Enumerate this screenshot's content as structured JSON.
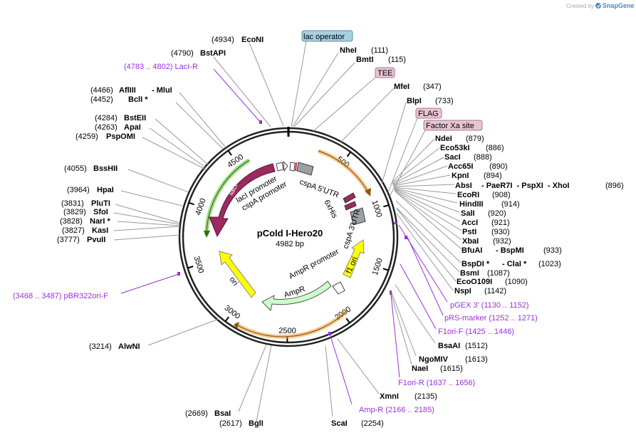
{
  "credit": {
    "prefix": "Created by",
    "brand": "SnapGene"
  },
  "plasmid": {
    "name": "pCold I-Hero20",
    "size_label": "4982 bp"
  },
  "ticks": [
    "500",
    "1000",
    "1500",
    "2000",
    "2500",
    "3000",
    "3500",
    "4000",
    "4500"
  ],
  "boxed_labels": {
    "lac_operator": "lac operator",
    "tee": "TEE",
    "flag": "FLAG",
    "factor_xa": "Factor Xa site"
  },
  "sites_left": [
    {
      "pos": "(4934)",
      "name": "EcoNI"
    },
    {
      "pos": "(4790)",
      "name": "BstAPI"
    },
    {
      "pos": "(4466)",
      "name": "AflIII",
      "extra": "- MluI"
    },
    {
      "pos": "(4452)",
      "name": "BclI *"
    },
    {
      "pos": "(4284)",
      "name": "BstEII"
    },
    {
      "pos": "(4263)",
      "name": "ApaI"
    },
    {
      "pos": "(4259)",
      "name": "PspOMI"
    },
    {
      "pos": "(4055)",
      "name": "BssHII"
    },
    {
      "pos": "(3964)",
      "name": "HpaI"
    },
    {
      "pos": "(3831)",
      "name": "PluTI"
    },
    {
      "pos": "(3829)",
      "name": "SfoI"
    },
    {
      "pos": "(3828)",
      "name": "NarI *"
    },
    {
      "pos": "(3827)",
      "name": "KasI"
    },
    {
      "pos": "(3777)",
      "name": "PvuII"
    },
    {
      "pos": "(3214)",
      "name": "AlwNI"
    },
    {
      "pos": "(2669)",
      "name": "BsaI"
    },
    {
      "pos": "(2617)",
      "name": "BglI"
    }
  ],
  "sites_right": [
    {
      "name": "NheI",
      "pos": "(111)"
    },
    {
      "name": "BmtI",
      "pos": "(115)"
    },
    {
      "name": "MfeI",
      "pos": "(347)"
    },
    {
      "name": "BlpI",
      "pos": "(733)"
    },
    {
      "name": "NdeI",
      "pos": "(879)"
    },
    {
      "name": "Eco53kI",
      "pos": "(886)"
    },
    {
      "name": "SacI",
      "pos": "(888)"
    },
    {
      "name": "Acc65I",
      "pos": "(890)"
    },
    {
      "name": "KpnI",
      "pos": "(894)"
    },
    {
      "name": "AbsI",
      "extra": "- PaeR7I  - PspXI  - XhoI",
      "pos": "(896)"
    },
    {
      "name": "EcoRI",
      "pos": "(908)"
    },
    {
      "name": "HindIII",
      "pos": "(914)"
    },
    {
      "name": "SalI",
      "pos": "(920)"
    },
    {
      "name": "AccI",
      "pos": "(921)"
    },
    {
      "name": "PstI",
      "pos": "(930)"
    },
    {
      "name": "XbaI",
      "pos": "(932)"
    },
    {
      "name": "BfuAI",
      "extra": "- BspMI",
      "pos": "(933)"
    },
    {
      "name": "BspDI *",
      "extra": "- ClaI *",
      "pos": "(1023)"
    },
    {
      "name": "BsmI",
      "pos": "(1087)"
    },
    {
      "name": "EcoO109I",
      "pos": "(1090)"
    },
    {
      "name": "NspI",
      "pos": "(1142)"
    },
    {
      "name": "BsaAI",
      "pos": "(1512)"
    },
    {
      "name": "NgoMIV",
      "pos": "(1613)"
    },
    {
      "name": "NaeI",
      "pos": "(1615)"
    },
    {
      "name": "XmnI",
      "pos": "(2135)"
    },
    {
      "name": "ScaI",
      "pos": "(2254)"
    }
  ],
  "primers": {
    "laci_r": "(4783 .. 4802)  LacI-R",
    "pbr322": "(3468 .. 3487)  pBR322ori-F",
    "pgex": "pGEX 3'    (1130 .. 1152)",
    "prs": "pRS-marker    (1252 .. 1271)",
    "f1ori_f": "F1ori-F    (1425 .. 1446)",
    "f1ori_r": "F1ori-R    (1637 .. 1656)",
    "amp_r": "Amp-R    (2166 .. 2185)"
  },
  "features": {
    "laci": "lacI",
    "laci_promoter": "lacI promoter",
    "cspa_promoter": "cspA promoter",
    "cspa_5utr": "cspA 5'UTR",
    "his": "6xHis",
    "cspa_3utr": "cspA 3'UTR",
    "f1ori": "f1 ori",
    "ampr_promoter": "AmpR promoter",
    "ampr": "AmpR",
    "ori": "ori"
  },
  "colors": {
    "laci": "#9b2a5e",
    "f1ori": "#ffff00",
    "ori": "#ffff00",
    "ampr": "#ccffcc",
    "orf_orange": "#f2a33c",
    "orf_green": "#5fbf2f",
    "primer": "#9b30d9",
    "box_blue": "#a7cfe0",
    "box_pink": "#e8c4d2"
  }
}
